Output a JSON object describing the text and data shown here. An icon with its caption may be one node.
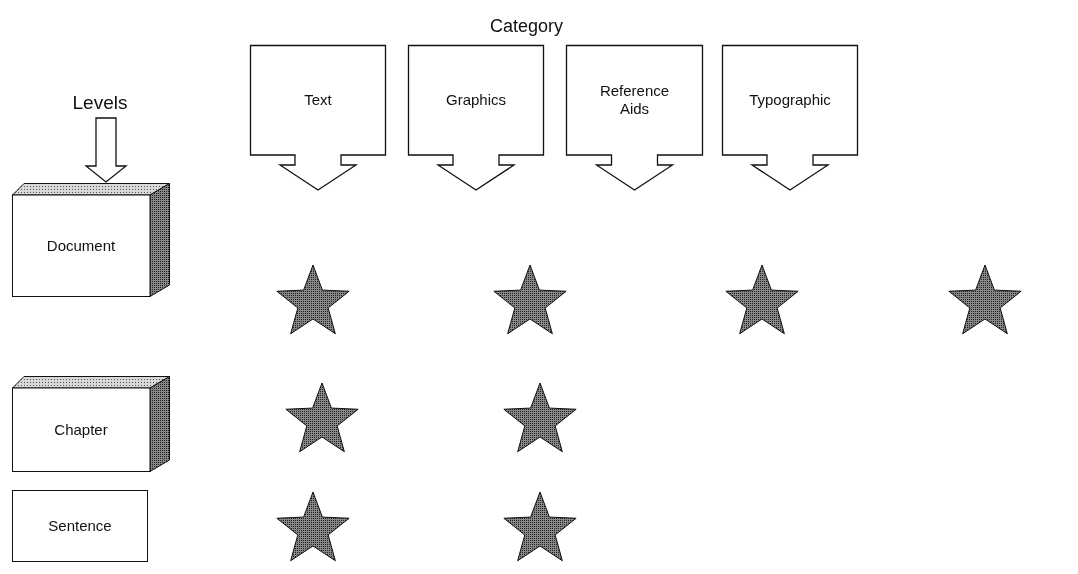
{
  "diagram": {
    "nodes": [
      {
        "text": [
          "Text"
        ]
      },
      {
        "text": [
          "Graphics"
        ]
      },
      {
        "text": [
          "Reference Aids"
        ]
      },
      {
        "text": [
          "Typographic"
        ]
      },
      {
        "text": [
          "Levels"
        ]
      },
      {
        "text": [
          "Document"
        ]
      },
      {
        "text": [],
        "shape": "star"
      },
      {
        "text": [],
        "shape": "star"
      },
      {
        "text": [],
        "shape": "star"
      },
      {
        "text": [],
        "shape": "star"
      },
      {
        "text": [
          "Chapter"
        ]
      },
      {
        "text": [],
        "shape": "star"
      },
      {
        "text": [],
        "shape": "star"
      },
      {
        "text": [
          "Sentence"
        ]
      },
      {
        "text": [],
        "shape": "star"
      },
      {
        "text": [],
        "shape": "star"
      }
    ],
    "edges": [
      {
        "from": 4,
        "to": 5,
        "arrow": "to",
        "style": "thick"
      }
    ],
    "labels": [
      "Category"
    ]
  }
}
